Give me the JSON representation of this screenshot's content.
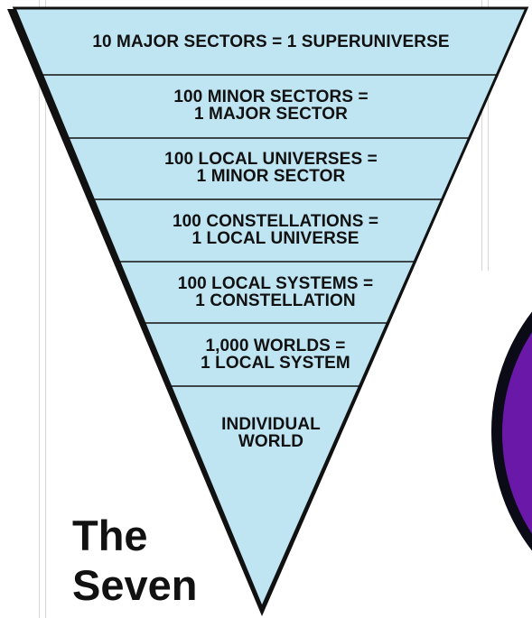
{
  "tiers": [
    {
      "lines": [
        "10 MAJOR SECTORS = 1 SUPERUNIVERSE"
      ]
    },
    {
      "lines": [
        "100 MINOR SECTORS =",
        "1 MAJOR SECTOR"
      ]
    },
    {
      "lines": [
        "100 LOCAL UNIVERSES =",
        "1 MINOR SECTOR"
      ]
    },
    {
      "lines": [
        "100 CONSTELLATIONS =",
        "1 LOCAL UNIVERSE"
      ]
    },
    {
      "lines": [
        "100 LOCAL SYSTEMS =",
        "1 CONSTELLATION"
      ]
    },
    {
      "lines": [
        "1,000 WORLDS =",
        "1 LOCAL SYSTEM"
      ]
    },
    {
      "lines": [
        "INDIVIDUAL",
        "WORLD"
      ]
    }
  ],
  "heading": {
    "line1": "The",
    "line2": "Seven"
  },
  "colors": {
    "tier_fill": "#bfe4f2",
    "outline": "#111111",
    "globe_fill": "#6a18a8",
    "globe_rim": "#0b0b18"
  }
}
